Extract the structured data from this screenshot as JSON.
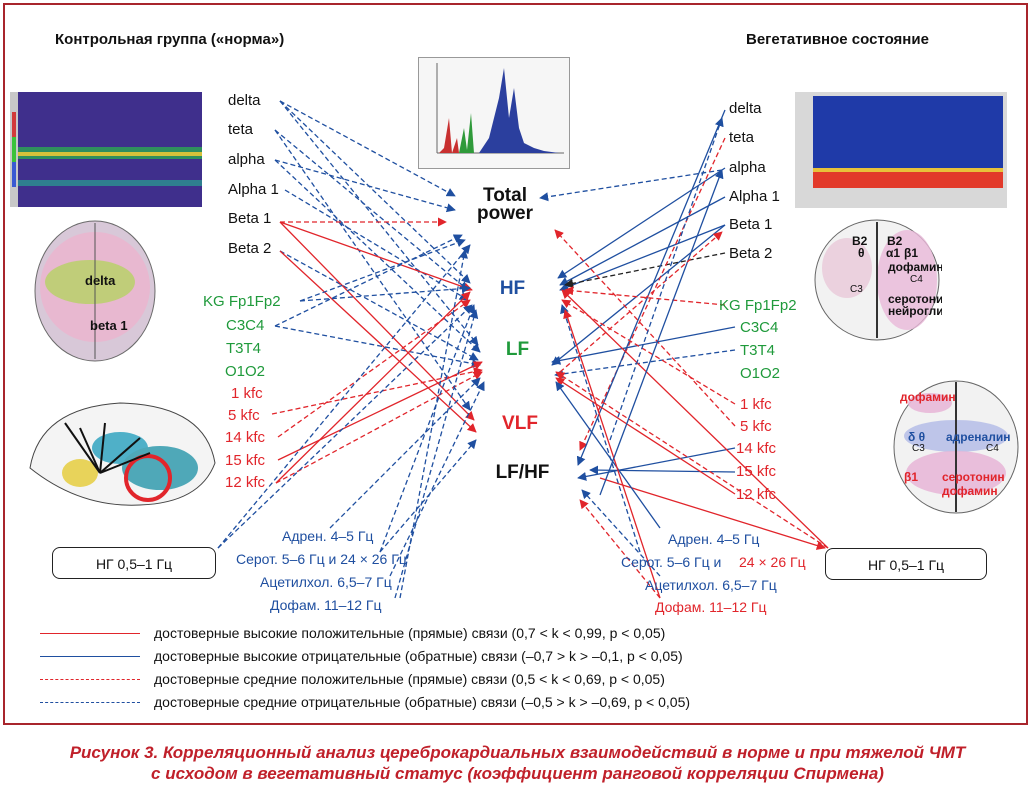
{
  "headers": {
    "left": "Контрольная группа («нормa»)",
    "right": "Вегетативное состояние"
  },
  "bands_left": [
    "delta",
    "teta",
    "alpha",
    "Alpha 1",
    "Beta 1",
    "Beta 2"
  ],
  "bands_right": [
    "delta",
    "teta",
    "alpha",
    "Alpha 1",
    "Beta 1",
    "Beta 2"
  ],
  "kg_left": [
    "KG Fp1Fp2",
    "C3C4",
    "T3T4",
    "O1O2"
  ],
  "kg_right": [
    "KG Fp1Fp2",
    "C3C4",
    "T3T4",
    "O1O2"
  ],
  "kfc_left": [
    "1 kfc",
    "5 kfc",
    "14 kfc",
    "15 kfc",
    "12 kfc"
  ],
  "kfc_right": [
    "1 kfc",
    "5 kfc",
    "14 kfc",
    "15 kfc",
    "12 kfc"
  ],
  "rec_left": [
    "Адрен. 4–5 Гц",
    "Серот. 5–6 Гц и 24 × 26 Гц",
    "Ацетилхол. 6,5–7 Гц",
    "Дофам. 11–12 Гц"
  ],
  "rec_right": {
    "adren": "Адрен. 4–5 Гц",
    "serot_a": "Серот. 5–6 Гц и",
    "serot_b": "24 × 26 Гц",
    "acet": "Ацетилхол. 6,5–7 Гц",
    "dofam": "Дофам. 11–12 Гц"
  },
  "center": {
    "total": "Total",
    "power": "power",
    "hf": "HF",
    "lf": "LF",
    "vlf": "VLF",
    "lfhf": "LF/HF"
  },
  "ng": {
    "left": "НГ 0,5–1 Гц",
    "right": "НГ 0,5–1 Гц"
  },
  "brain_left": {
    "a": "delta",
    "b": "beta 1"
  },
  "brain_right_top": {
    "b2a": "B2",
    "b2b": "B2",
    "theta": "θ",
    "a1": "α1",
    "b1": "β1",
    "dofamin": "дофамин",
    "c4": "C4",
    "c3": "C3",
    "serot": "серотонин",
    "neuro": "нейроглия"
  },
  "brain_right_bottom": {
    "dofamin_red": "дофамин",
    "db": "δ θ",
    "adren": "адреналин",
    "c3": "C3",
    "c4": "C4",
    "b1": "β1",
    "serot": "серотонин",
    "dofamin": "дофамин"
  },
  "legend": [
    "достоверные высокие положительные (прямые) связи (0,7 < k < 0,99, p < 0,05)",
    "достоверные высокие отрицательные (обратные) связи (–0,7 > k > –0,1, p < 0,05)",
    "достоверные средние положительные (прямые) связи (0,5 < k < 0,69, p < 0,05)",
    "достоверные средние отрицательные (обратные) связи (–0,5 > k > –0,69, p < 0,05)"
  ],
  "caption": [
    "Рисунок 3. Корреляционный анализ цереброкардиальных взаимодействий в норме и при тяжелой ЧМТ",
    "с исходом в вегетативный статус (коэффициент ранговой корреляции Спирмена)"
  ],
  "colors": {
    "positive": "#e1252b",
    "negative": "#1f4fa0",
    "frame": "#a8252c",
    "green": "#1f9a3b"
  }
}
